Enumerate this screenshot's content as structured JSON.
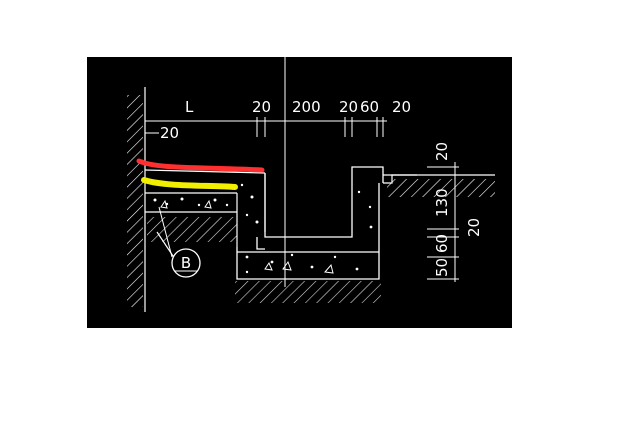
{
  "drawing": {
    "background_color": "#000000",
    "line_color": "#ffffff",
    "highlight_red": "#ff3030",
    "highlight_yellow": "#f2ee00",
    "dimensions": {
      "L": "L",
      "top_20a": "20",
      "top_200": "200",
      "top_20b": "20",
      "top_60": "60",
      "top_20c": "20",
      "small_20": "20",
      "right_20_top": "20",
      "right_130": "130",
      "right_60": "60",
      "right_50": "50",
      "right_20_side": "20"
    },
    "detail_callout": "B"
  }
}
